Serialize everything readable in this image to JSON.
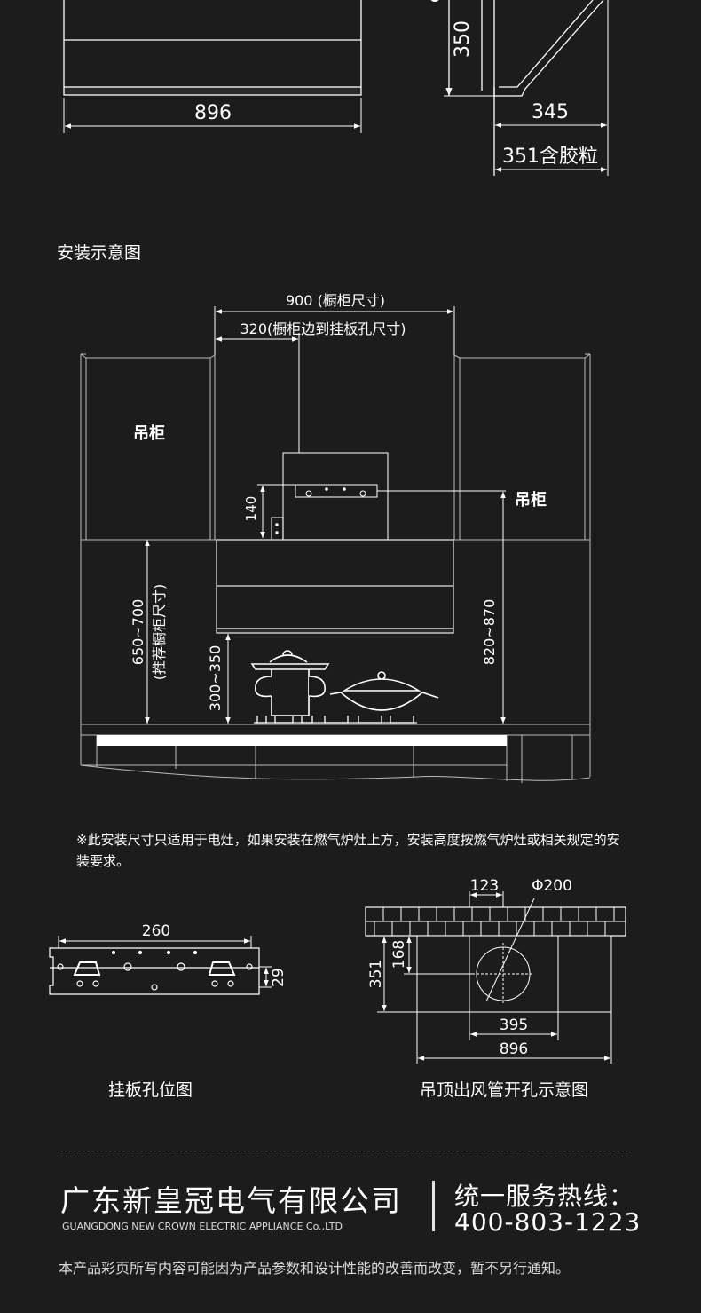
{
  "top": {
    "width_label": "896",
    "height_label": "350",
    "depth_label": "345",
    "depth_with_label": "351含胶粒"
  },
  "section_title": "安装示意图",
  "install": {
    "cabinet_width": "900 (橱柜尺寸)",
    "hole_offset": "320(橱柜边到挂板孔尺寸)",
    "wall_cabinet_left": "吊柜",
    "wall_cabinet_right": "吊柜",
    "bracket_height": "140",
    "cabinet_height": "650~700",
    "cabinet_height_note": "(推荐橱柜尺寸)",
    "stove_distance": "300~350",
    "right_height": "820~870"
  },
  "note": "※此安装尺寸只适用于电灶，如果安装在燃气炉灶上方，安装高度按燃气炉灶或相关规定的安装要求。",
  "bracket": {
    "width": "260",
    "height": "29",
    "caption": "挂板孔位图"
  },
  "ceiling": {
    "offset": "123",
    "diameter": "Φ200",
    "depth": "351",
    "center": "168",
    "inner_width": "395",
    "outer_width": "896",
    "caption": "吊顶出风管开孔示意图"
  },
  "footer": {
    "company_cn": "广东新皇冠电气有限公司",
    "company_en": "GUANGDONG NEW CROWN ELECTRIC APPLIANCE Co.,LTD",
    "hotline_label": "统一服务热线：",
    "hotline_number": "400-803-1223",
    "disclaimer": "本产品彩页所写内容可能因为产品参数和设计性能的改善而改变，暂不另行通知。"
  }
}
